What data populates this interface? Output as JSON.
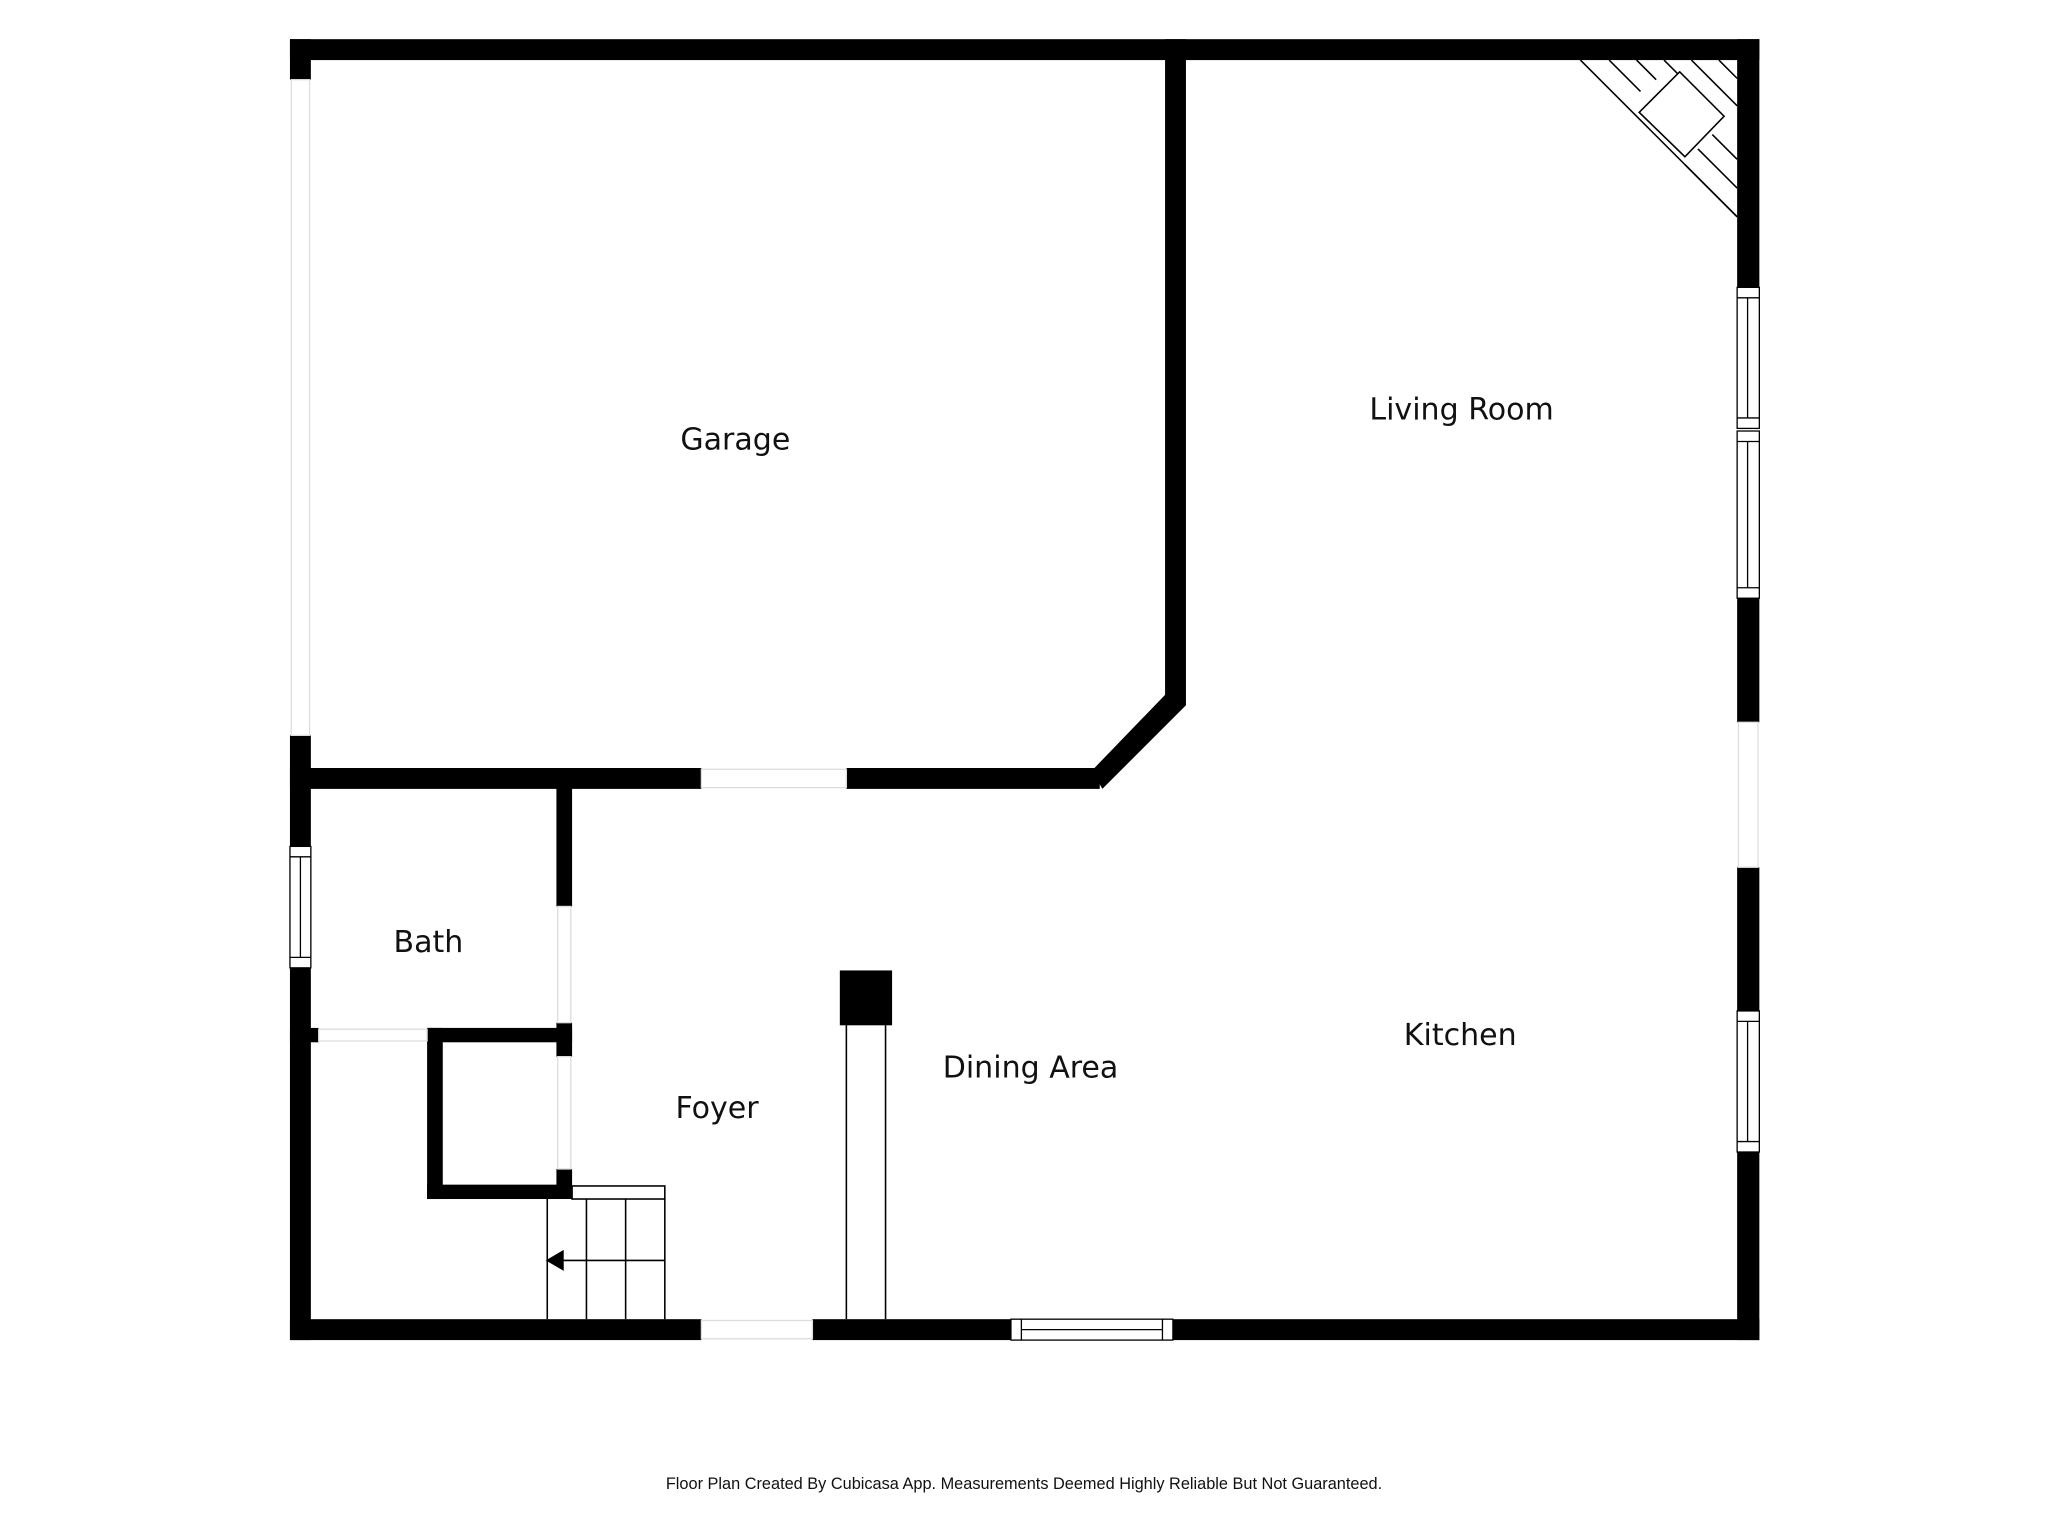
{
  "floorplan": {
    "rooms": [
      {
        "id": "garage",
        "label": "Garage"
      },
      {
        "id": "living-room",
        "label": "Living Room"
      },
      {
        "id": "bath",
        "label": "Bath"
      },
      {
        "id": "foyer",
        "label": "Foyer"
      },
      {
        "id": "dining-area",
        "label": "Dining Area"
      },
      {
        "id": "kitchen",
        "label": "Kitchen"
      }
    ],
    "colors": {
      "wall": "#000000",
      "background": "#ffffff",
      "opening": "#e8e8e8"
    }
  },
  "footer": {
    "disclaimer": "Floor Plan Created By Cubicasa App. Measurements Deemed Highly Reliable But Not Guaranteed."
  }
}
